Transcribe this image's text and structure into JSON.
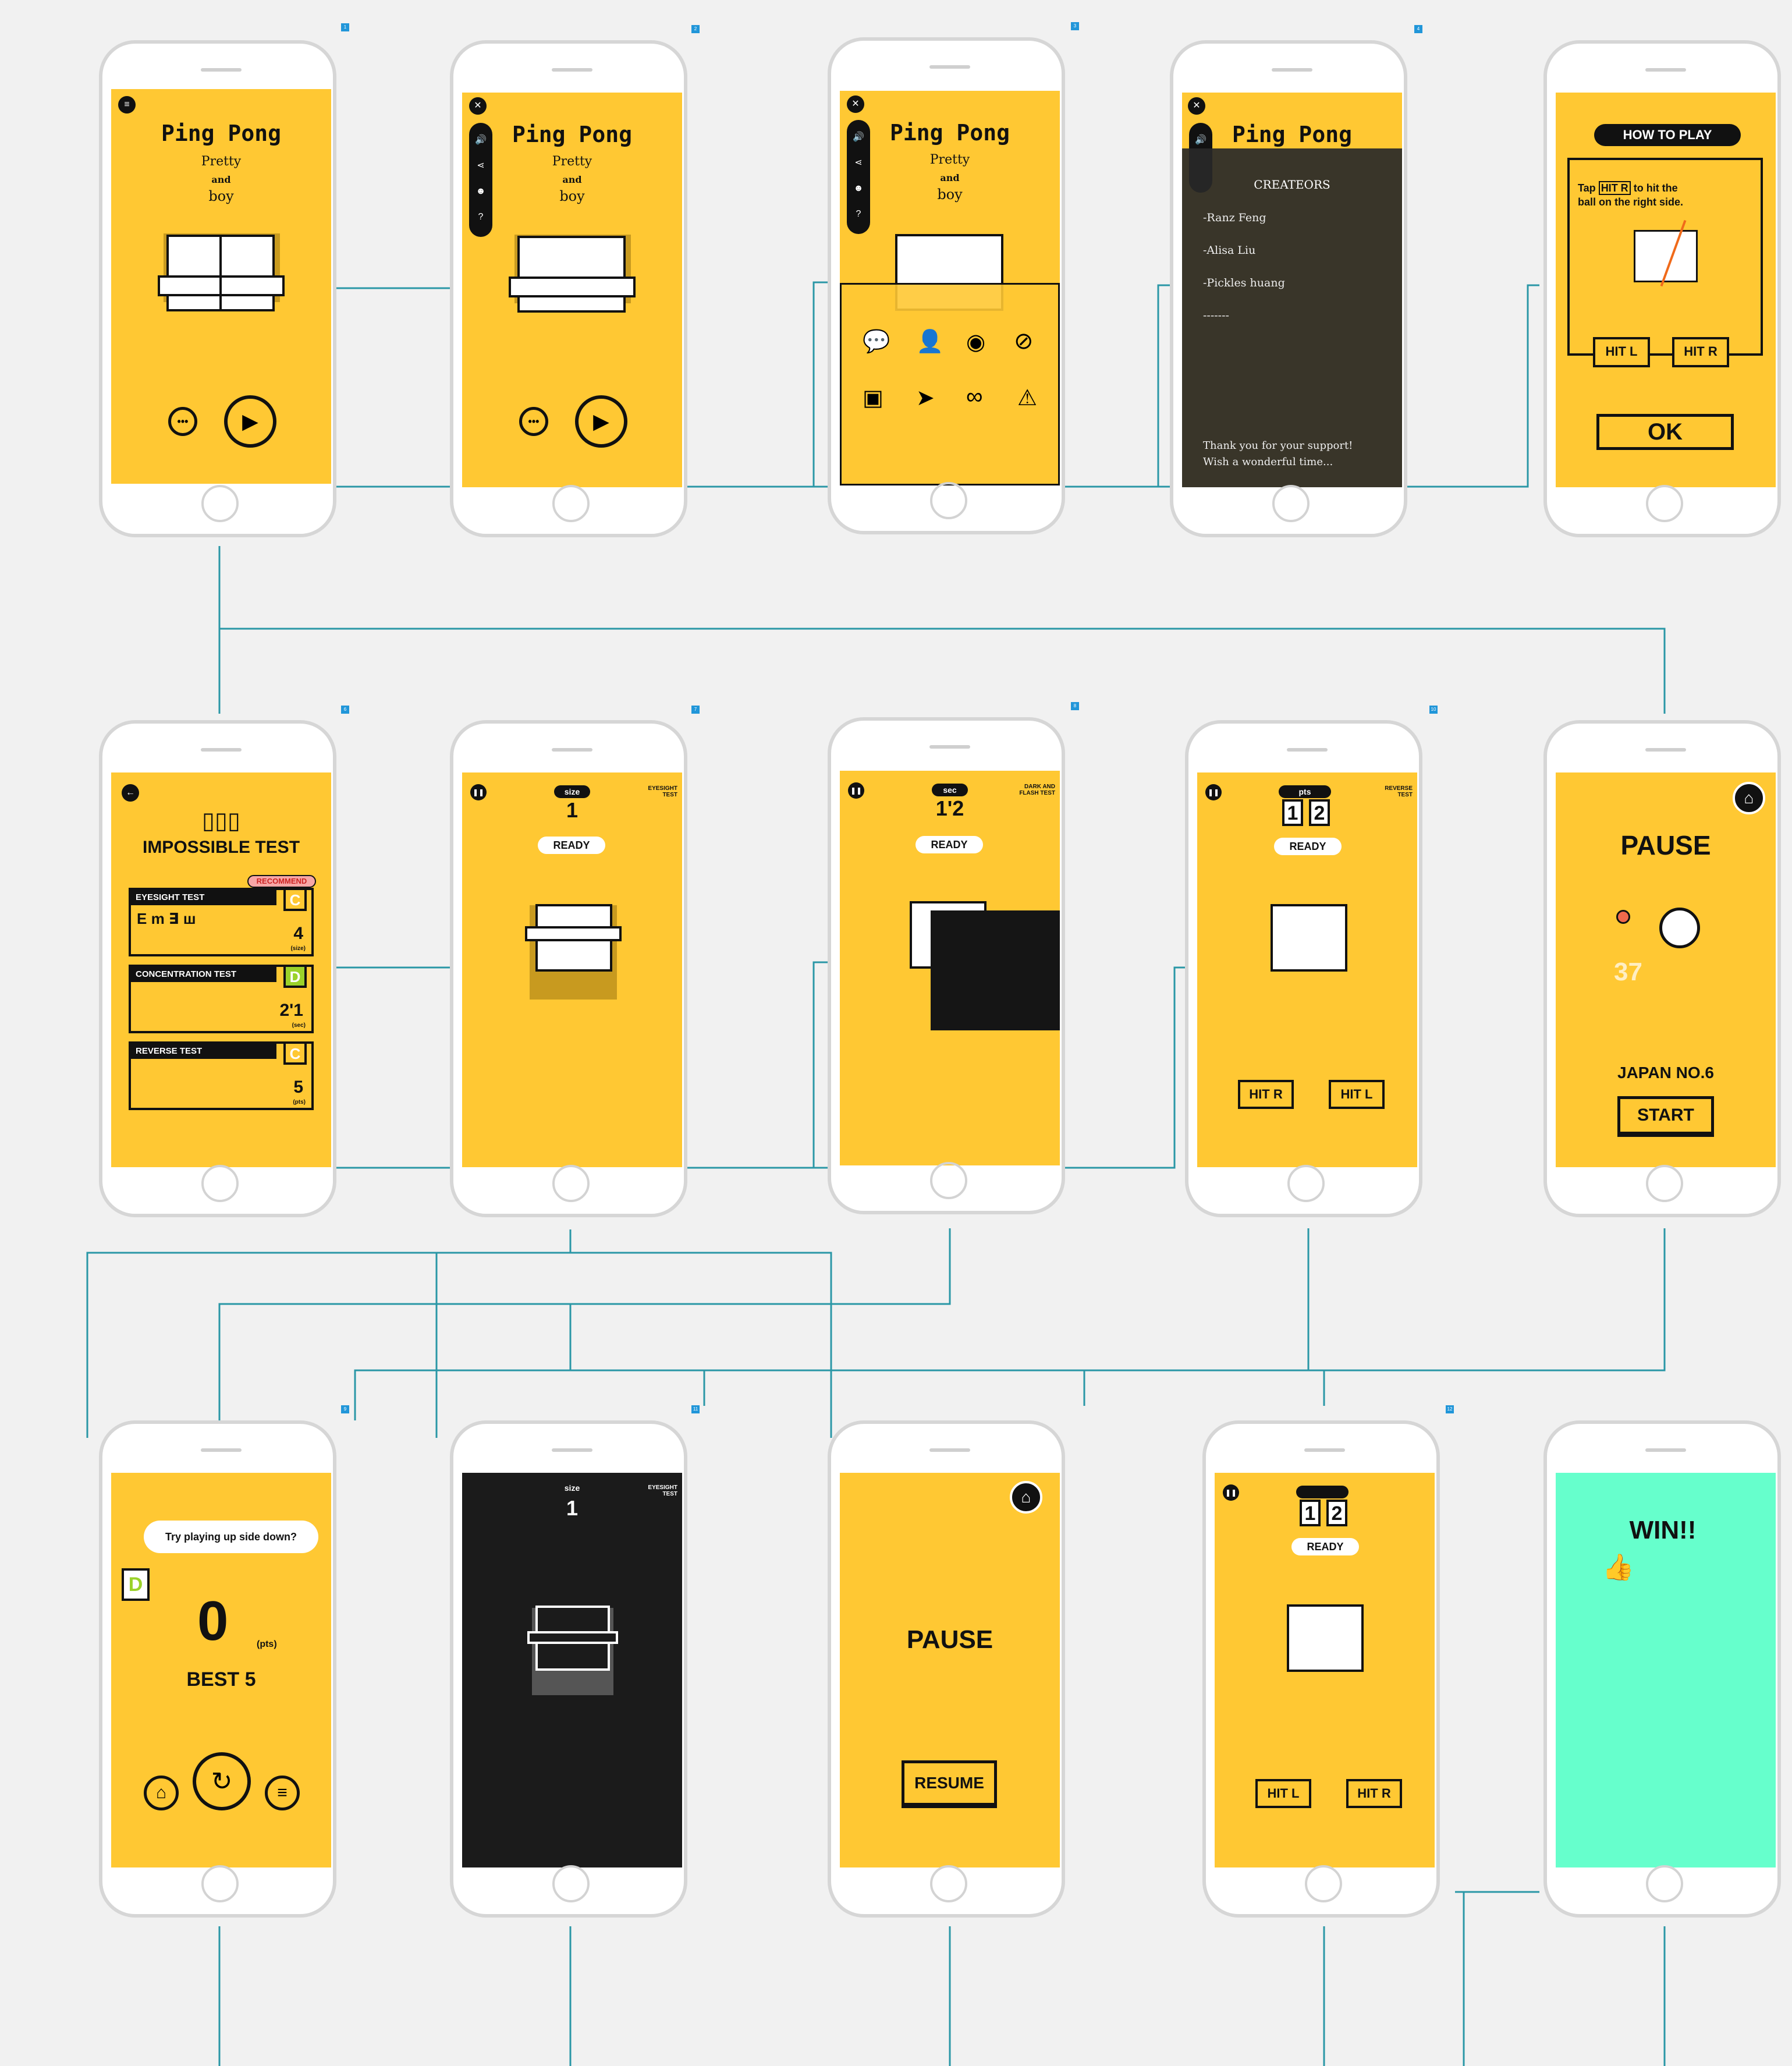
{
  "colors": {
    "screen_yellow": "#ffc833",
    "connector": "#2a97a6",
    "mint": "#66ffcc",
    "dark": "#1b1b1b"
  },
  "frame_numbers": [
    "1",
    "2",
    "3",
    "4",
    "",
    "6",
    "7",
    "8",
    "10",
    "",
    "9",
    "11",
    "",
    "12",
    ""
  ],
  "home": {
    "title": "Ping Pong",
    "subtitle_a": "Pretty",
    "subtitle_and": "and",
    "subtitle_b": "boy",
    "menu_icon": "menu-icon",
    "more_icon": "more-icon",
    "play_icon": "play-icon",
    "sidebar_icons": [
      "sound-icon",
      "share-icon",
      "face-icon",
      "help-icon"
    ],
    "close_icon": "close-icon"
  },
  "share": {
    "icons": [
      "wechat-icon",
      "qq-icon",
      "weibo-icon",
      "compass-icon",
      "image-icon",
      "send-icon",
      "link-icon",
      "warning-icon"
    ]
  },
  "credits": {
    "heading": "CREATEORS",
    "names": [
      "-Ranz Feng",
      "-Alisa Liu",
      "-Pickles huang",
      "-------"
    ],
    "thanks_line1": "Thank you for your support!",
    "thanks_line2": "Wish a wonderful time..."
  },
  "howto": {
    "banner": "HOW TO PLAY",
    "tap": "Tap",
    "tap_button": "HIT R",
    "tap_rest": "to hit the",
    "line2": "ball on the right side.",
    "hit_l": "HIT L",
    "hit_r": "HIT R",
    "ok": "OK"
  },
  "menu": {
    "back_icon": "back-icon",
    "logo": "▯▯▯",
    "title": "IMPOSSIBLE TEST",
    "recommend": "RECOMMEND",
    "tests": [
      {
        "name": "EYESIGHT TEST",
        "grade": "C",
        "score": "4",
        "unit": "(size)",
        "chart_text": "E m ∃ ш"
      },
      {
        "name": "CONCENTRATION TEST",
        "grade": "D",
        "score": "2'1",
        "unit": "(sec)"
      },
      {
        "name": "REVERSE TEST",
        "grade": "C",
        "score": "5",
        "unit": "(pts)"
      }
    ]
  },
  "eyesight": {
    "pill": "size",
    "value": "1",
    "mode": "EYESIGHT TEST",
    "ready": "READY",
    "pause_icon": "pause-icon"
  },
  "flash": {
    "pill": "sec",
    "value": "1'2",
    "mode": "DARK AND FLASH TEST",
    "ready": "READY"
  },
  "reverse": {
    "pill": "pts",
    "digit1": "1",
    "digit2": "2",
    "mode": "REVERSE TEST",
    "ready": "READY",
    "hit_r": "HIT R",
    "hit_l": "HIT L"
  },
  "pause_japan": {
    "title": "PAUSE",
    "score": "37",
    "rank": "JAPAN NO.6",
    "start": "START",
    "home_icon": "home-icon"
  },
  "gameover": {
    "bubble": "Try playing up side down?",
    "grade": "D",
    "score": "0",
    "unit": "(pts)",
    "best": "BEST 5",
    "home_icon": "home-icon",
    "retry_icon": "retry-icon",
    "list_icon": "list-icon"
  },
  "dark_eyesight": {
    "pill": "size",
    "value": "1",
    "mode": "EYESIGHT TEST"
  },
  "pause_game": {
    "title": "PAUSE",
    "resume": "RESUME"
  },
  "normal_game": {
    "digit1": "1",
    "digit2": "2",
    "ready": "READY",
    "hit_l": "HIT L",
    "hit_r": "HIT R"
  },
  "win": {
    "title": "WIN!!",
    "thumb_icon": "thumbs-up-icon"
  }
}
